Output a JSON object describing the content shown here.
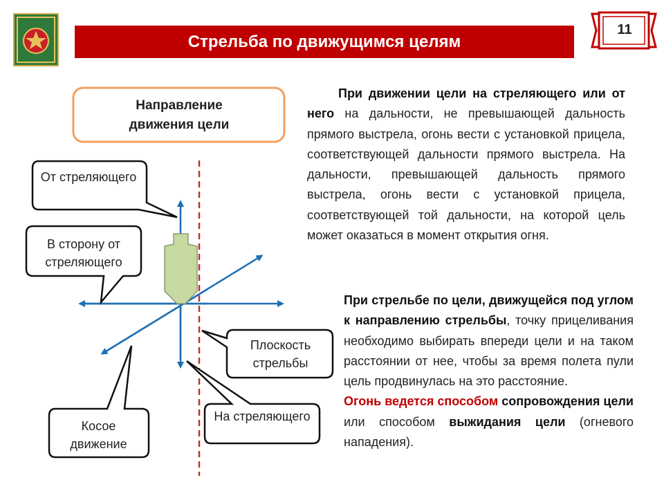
{
  "header": {
    "title": "Стрельба по движущимся целям",
    "page_number": "11"
  },
  "diagram": {
    "heading": "Направление движения цели",
    "callouts": {
      "from_shooter": "От стреляющего",
      "sideways": "В сторону от стреляющего",
      "firing_plane": "Плоскость стрельбы",
      "oblique": "Косое движение",
      "toward_shooter": "На стреляющего"
    }
  },
  "text": {
    "p1_bold": "При движении цели на стреляющего или от него",
    "p1_rest": " на дальности, не превышающей дальность прямого выстрела, огонь вести с установкой прицела, соответствующей дальности прямого выстрела. На дальности, превышающей дальность прямого выстрела, огонь вести с установкой прицела, соответствующей той дальности, на которой цель может оказаться в момент открытия огня.",
    "p2_bold": "При стрельбе по цели, движущейся под углом к направлению стрельбы",
    "p2_rest": ", точку прицеливания необходимо выбирать впереди цели и на таком расстоянии от нее, чтобы за время полета пули цель продвинулась на это расстояние.",
    "p3_red": "Огонь ведется способом",
    "p3_bold1": " сопровождения цели",
    "p3_mid": " или способом ",
    "p3_bold2": "выжидания цели",
    "p3_end": " (огневого нападения)."
  },
  "colors": {
    "title_red": "#c00000",
    "arrow_blue": "#1f6fb2",
    "target_green": "#c6d9a0",
    "heading_border": "#f0a060",
    "plane_red": "#c03030"
  }
}
